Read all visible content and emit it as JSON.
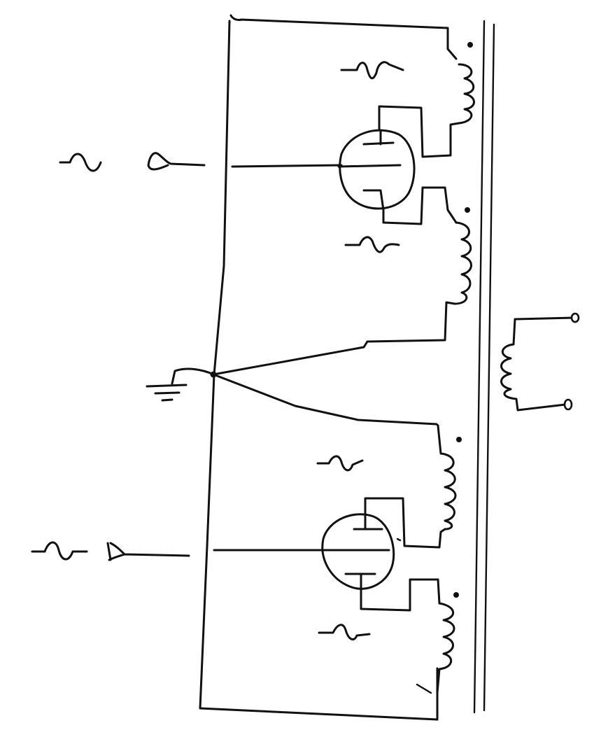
{
  "diagram": {
    "type": "hand-drawn schematic",
    "colors": {
      "ink": "#111111",
      "paper": "#ffffff"
    },
    "components": [
      "push-pull-stage-upper",
      "push-pull-stage-lower",
      "vacuum-tube-upper",
      "vacuum-tube-lower",
      "output-transformer",
      "secondary-winding",
      "ground-symbol",
      "input-sine-upper",
      "input-sine-lower",
      "output-terminals"
    ]
  }
}
